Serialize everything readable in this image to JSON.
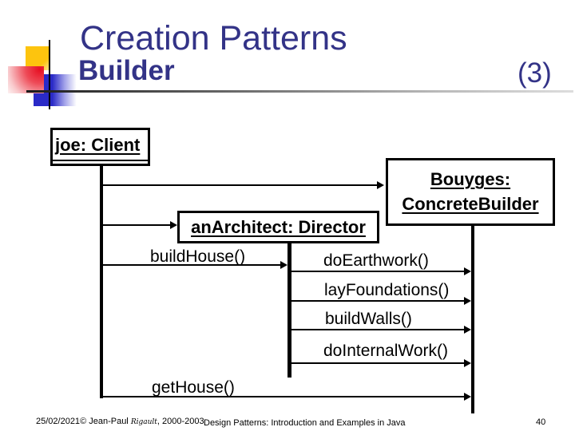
{
  "header": {
    "title": "Creation Patterns",
    "subtitle": "Builder",
    "part_number": "(3)"
  },
  "diagram": {
    "type": "uml-sequence",
    "objects": {
      "client": {
        "label": "joe: Client"
      },
      "director": {
        "label": "anArchitect: Director"
      },
      "builder": {
        "label_line1": "Bouyges:",
        "label_line2": "ConcreteBuilder"
      }
    },
    "messages": {
      "create_builder": {
        "from": "client",
        "to": "builder",
        "label": ""
      },
      "build_house": {
        "from": "client",
        "to": "director",
        "label": "buildHouse()"
      },
      "do_earthwork": {
        "from": "director",
        "to": "builder",
        "label": "doEarthwork()"
      },
      "lay_foundations": {
        "from": "director",
        "to": "builder",
        "label": "layFoundations()"
      },
      "build_walls": {
        "from": "director",
        "to": "builder",
        "label": "buildWalls()"
      },
      "do_internal_work": {
        "from": "director",
        "to": "builder",
        "label": "doInternalWork()"
      },
      "get_house": {
        "from": "client",
        "to": "builder",
        "label": "getHouse()"
      }
    }
  },
  "footer": {
    "date": "25/02/2021",
    "copyright": "© Jean-Paul ",
    "author_signature": "Rigault",
    "years": ", 2000-2003",
    "center_text": "Design Patterns: Introduction and Examples in Java",
    "page_number": "40"
  },
  "colors": {
    "title_text": "#333387",
    "diagram_ink": "#000000",
    "logo_yellow": "#FDC40E",
    "logo_red": "#E60F22",
    "logo_blue": "#2A2AC7",
    "rule_gradient_start": "#1B1B1B",
    "rule_gradient_end": "#DDDDDD"
  }
}
